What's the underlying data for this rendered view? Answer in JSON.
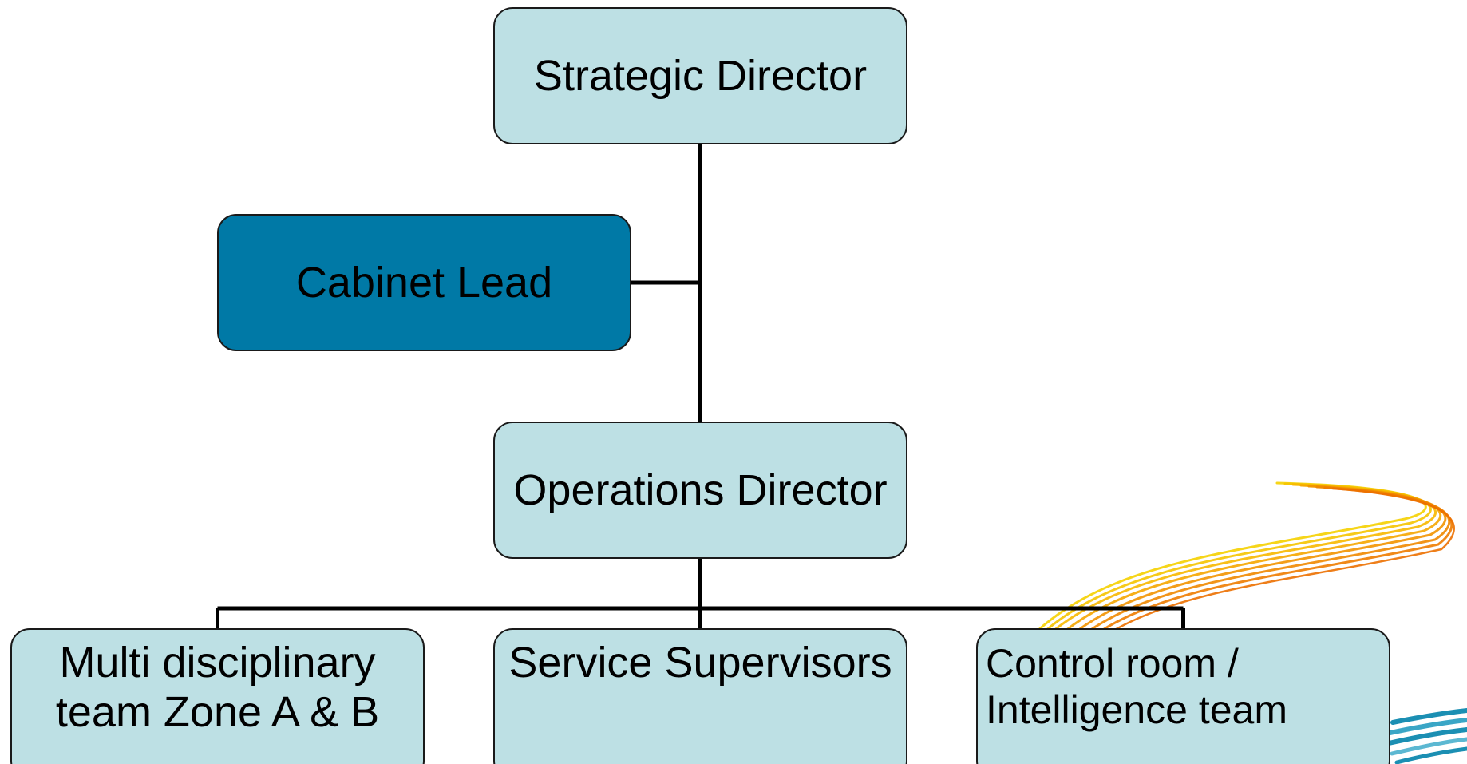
{
  "diagram": {
    "nodes": {
      "strategic": {
        "label": "Strategic Director"
      },
      "cabinet": {
        "label": "Cabinet Lead"
      },
      "operations": {
        "label": "Operations Director"
      },
      "mdt": {
        "label": "Multi disciplinary\nteam Zone A & B"
      },
      "service": {
        "label": "Service Supervisors"
      },
      "control": {
        "label": "Control room /\nIntelligence team"
      }
    },
    "edges": [
      {
        "from": "strategic",
        "to": "operations"
      },
      {
        "from": "cabinet",
        "to": "strategic-operations-line"
      },
      {
        "from": "operations",
        "to": "mdt"
      },
      {
        "from": "operations",
        "to": "service"
      },
      {
        "from": "operations",
        "to": "control"
      }
    ],
    "colors": {
      "node_fill": "#bde0e4",
      "node_fill_highlight": "#0079a6",
      "border": "#1a1a1a",
      "connector": "#000000",
      "swoosh_orange": "#f28c00",
      "swoosh_yellow": "#f5d000",
      "swoosh_blue": "#1b8fb3"
    }
  }
}
